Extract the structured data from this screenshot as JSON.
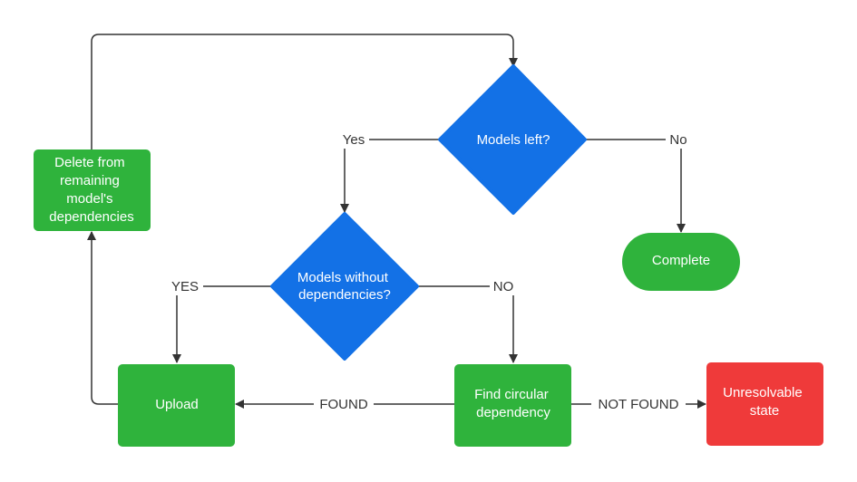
{
  "colors": {
    "decision": "#1371e6",
    "process": "#2fb33c",
    "error": "#ef3a3a",
    "edge": "#333333",
    "text": "#ffffff"
  },
  "nodes": {
    "models_left": {
      "lines": [
        "Models left?"
      ]
    },
    "models_without_deps": {
      "lines": [
        "Models without",
        "dependencies?"
      ]
    },
    "complete": {
      "lines": [
        "Complete"
      ]
    },
    "delete_from_remaining": {
      "lines": [
        "Delete from",
        "remaining",
        "model's",
        "dependencies"
      ]
    },
    "upload": {
      "lines": [
        "Upload"
      ]
    },
    "find_circular": {
      "lines": [
        "Find circular",
        "dependency"
      ]
    },
    "unresolvable": {
      "lines": [
        "Unresolvable",
        "state"
      ]
    }
  },
  "edges": {
    "yes_lower": "Yes",
    "no_lower": "No",
    "yes_upper": "YES",
    "no_upper": "NO",
    "found": "FOUND",
    "not_found": "NOT FOUND"
  }
}
